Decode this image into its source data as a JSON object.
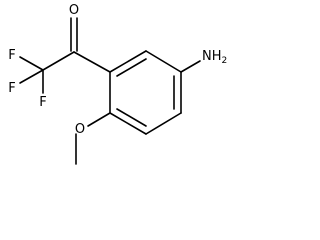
{
  "molecule": {
    "atoms": {
      "oxygen_carbonyl": "O",
      "fluorine_1": "F",
      "fluorine_2": "F",
      "fluorine_3": "F",
      "amino": "NH",
      "amino_subscript": "2",
      "oxygen_methoxy": "O"
    }
  }
}
